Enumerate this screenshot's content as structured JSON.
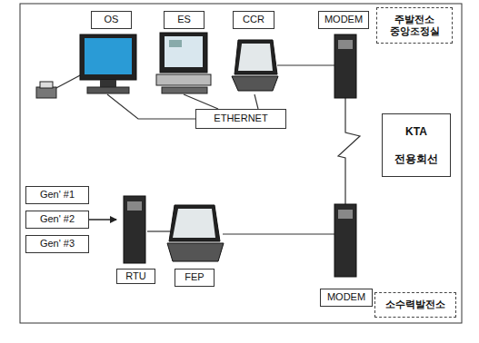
{
  "diagram": {
    "nodes": [
      {
        "text": [
          "OS"
        ]
      },
      {
        "text": [
          "ES"
        ]
      },
      {
        "text": [
          "CCR"
        ]
      },
      {
        "text": [
          "MODEM"
        ]
      },
      {
        "text": [
          "주발전소 중앙조정실"
        ]
      },
      {
        "text": [
          "ETHERNET"
        ]
      },
      {
        "text": [
          "KTA",
          "전용회선"
        ]
      },
      {
        "text": [
          "Gen' #1"
        ]
      },
      {
        "text": [
          "Gen' #2"
        ]
      },
      {
        "text": [
          "Gen' #3"
        ]
      },
      {
        "text": [
          "RTU"
        ]
      },
      {
        "text": [
          "FEP"
        ]
      },
      {
        "text": [
          "MODEM"
        ]
      },
      {
        "text": [
          "소수력발전소"
        ]
      }
    ],
    "edges": [
      {
        "from": 8,
        "to": 10,
        "arrow": "to"
      }
    ]
  }
}
